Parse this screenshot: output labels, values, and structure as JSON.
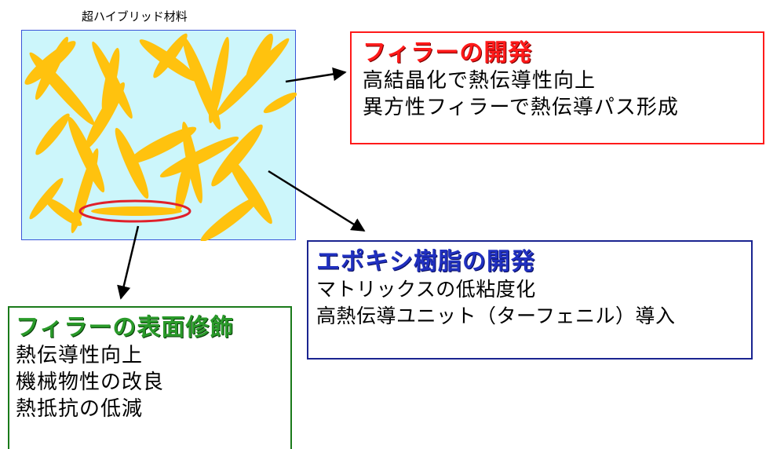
{
  "material": {
    "caption": "超ハイブリッド材料",
    "colors": {
      "background": "#ccf6fb",
      "border": "#3a55d8",
      "fiber": "#ffc20e",
      "highlight": "#e0202a"
    }
  },
  "callouts": {
    "filler": {
      "title": "フィラーの開発",
      "lines": [
        "高結晶化で熱伝導性向上",
        "異方性フィラーで熱伝導パス形成"
      ],
      "color": "#ff1a1a"
    },
    "epoxy": {
      "title": "エポキシ樹脂の開発",
      "lines": [
        "マトリックスの低粘度化",
        "高熱伝導ユニット（ターフェニル）導入"
      ],
      "color": "#2030c0"
    },
    "surface": {
      "title": "フィラーの表面修飾",
      "lines": [
        "熱伝導性向上",
        "機械物性の改良",
        "熱抵抗の低減"
      ],
      "color": "#2a9a2a"
    }
  }
}
